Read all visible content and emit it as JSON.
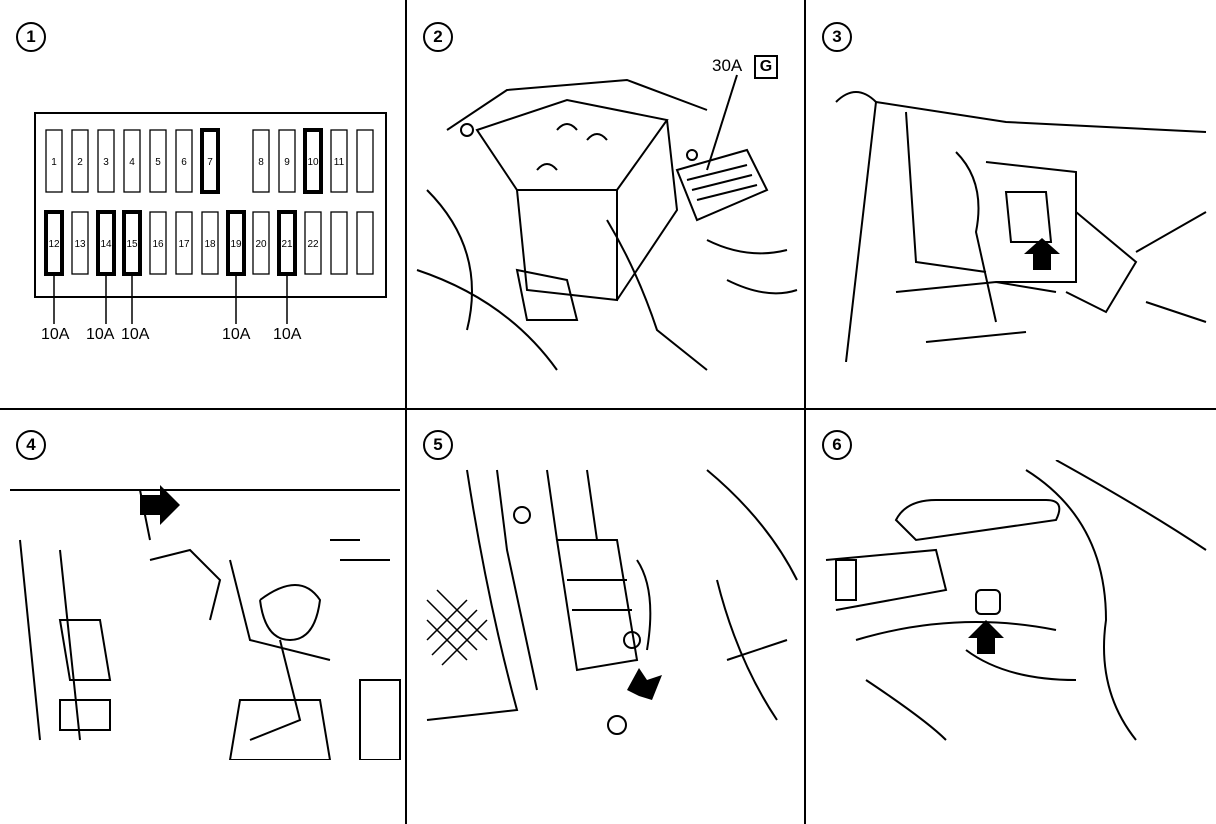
{
  "panels": [
    {
      "step": "1"
    },
    {
      "step": "2",
      "fuse_rating": "30A",
      "fuse_code": "G"
    },
    {
      "step": "3"
    },
    {
      "step": "4"
    },
    {
      "step": "5"
    },
    {
      "step": "6"
    }
  ],
  "fuse_block": {
    "top_row": [
      "1",
      "2",
      "3",
      "4",
      "5",
      "6",
      "7",
      "",
      "8",
      "9",
      "10",
      "11",
      ""
    ],
    "bottom_row": [
      "12",
      "13",
      "14",
      "15",
      "16",
      "17",
      "18",
      "19",
      "20",
      "21",
      "22",
      "",
      ""
    ],
    "highlighted": [
      "7",
      "10",
      "12",
      "14",
      "15",
      "19",
      "21"
    ],
    "ratings": [
      "10A",
      "10A",
      "10A",
      "10A",
      "10A"
    ]
  }
}
